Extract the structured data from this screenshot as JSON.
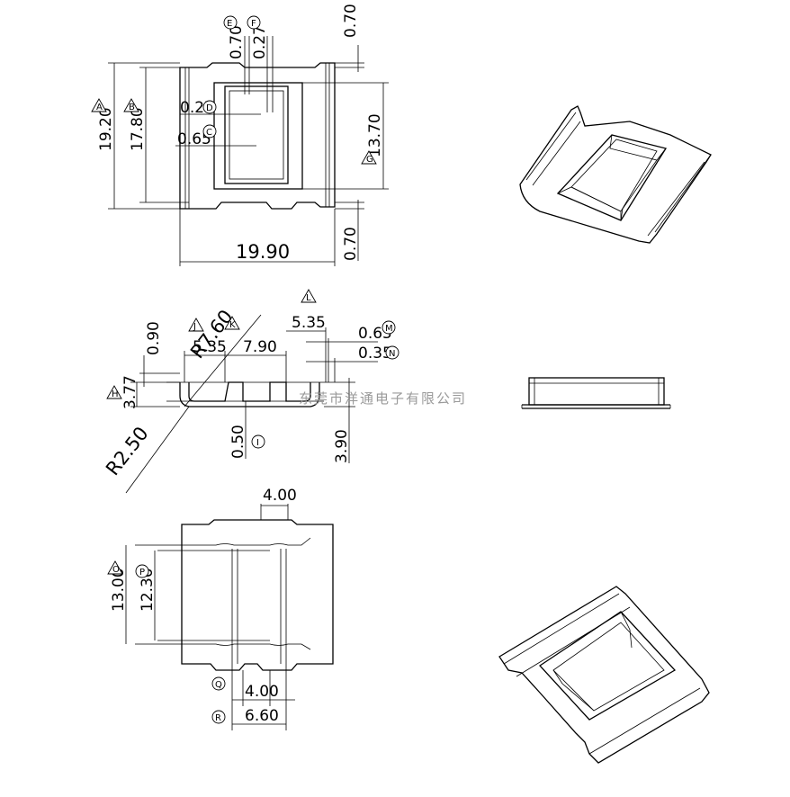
{
  "top_view": {
    "dims": {
      "top_gap": "0.70",
      "bottom_gap": "0.70",
      "left_flange": "0.70",
      "inner_offset": "0.27",
      "inner_x": "0.27",
      "inner_y": "0.65",
      "total_height": "19.20",
      "body_height": "17.80",
      "window_height": "13.70",
      "width": "19.90"
    },
    "labels": {
      "A": "A",
      "B": "B",
      "C": "C",
      "D": "D",
      "E": "E",
      "F": "F",
      "G": "G"
    }
  },
  "side_view": {
    "dims": {
      "radius_outer": "R7.60",
      "radius_inner": "R2.50",
      "flange_height": "0.90",
      "left_width": "5.35",
      "center_width": "7.90",
      "right_width": "5.35",
      "lip": "0.65",
      "wall": "0.35",
      "total_height": "3.77",
      "overall_height": "3.90",
      "base": "0.50"
    },
    "labels": {
      "H": "H",
      "I": "I",
      "J": "J",
      "K": "K",
      "L": "L",
      "M": "M",
      "N": "N"
    }
  },
  "bottom_view": {
    "dims": {
      "top_tab": "4.00",
      "outer_height": "13.00",
      "inner_height": "12.30",
      "slot": "4.00",
      "slot_outer": "6.60"
    },
    "labels": {
      "O": "O",
      "P": "P",
      "Q": "Q",
      "R": "R"
    }
  },
  "watermark": "东莞市洋通电子有限公司"
}
